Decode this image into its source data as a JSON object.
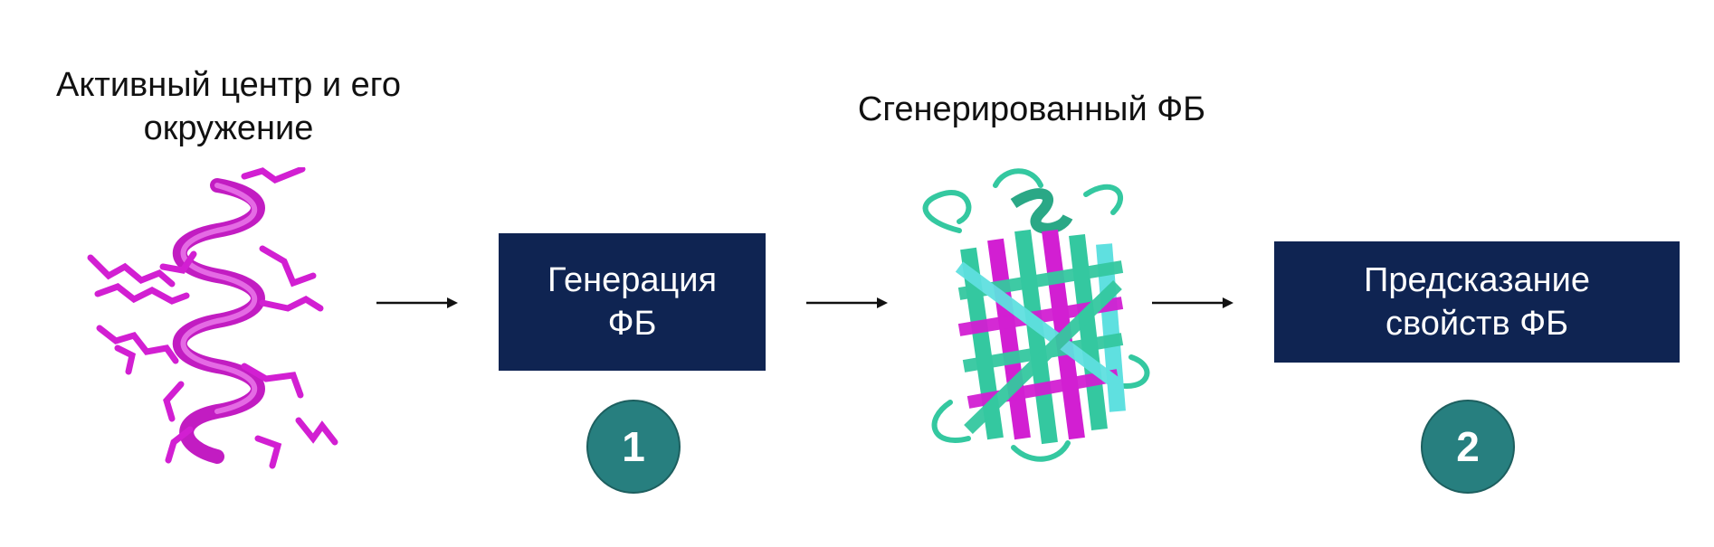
{
  "captions": {
    "active_site_line1": "Активный центр и его",
    "active_site_line2": "окружение",
    "generated_fp": "Сгенерированный ФБ"
  },
  "steps": [
    {
      "label_line1": "Генерация",
      "label_line2": "ФБ",
      "number": "1"
    },
    {
      "label_line1": "Предсказание",
      "label_line2": "свойств ФБ",
      "number": "2"
    }
  ],
  "icons": {
    "active_site": "protein-active-site-icon",
    "fluorescent_protein": "beta-barrel-protein-icon",
    "arrow": "right-arrow-icon"
  },
  "colors": {
    "box": "#0f2452",
    "badge": "#277f7f",
    "magenta": "#d21fd2",
    "teal": "#34c8a0",
    "cyan": "#5fe0e0"
  }
}
